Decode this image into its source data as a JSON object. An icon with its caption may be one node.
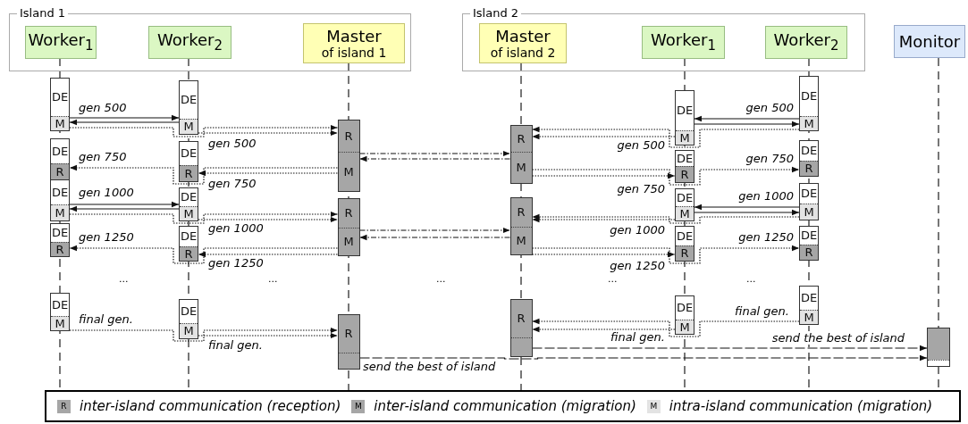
{
  "diagram": {
    "nodes": [
      {
        "text": [
          "Island 1"
        ]
      },
      {
        "text": [
          "Worker$_{1}$"
        ],
        "in": 0
      },
      {
        "text": [
          "Worker$_{2}$"
        ],
        "in": 0
      },
      {
        "text": [
          "Master",
          "of island 1"
        ],
        "in": 0
      },
      {
        "text": [
          "Island 2"
        ]
      },
      {
        "text": [
          "Master",
          "of island 2"
        ],
        "in": 4
      },
      {
        "text": [
          "Worker$_{1}$"
        ],
        "in": 4
      },
      {
        "text": [
          "Worker$_{2}$"
        ],
        "in": 4
      },
      {
        "text": [
          "Monitor"
        ]
      },
      {
        "text": [
          "DE",
          "M"
        ]
      },
      {
        "text": [
          "DE",
          "M"
        ]
      },
      {
        "text": [
          "DE",
          "M"
        ]
      },
      {
        "text": [
          "DE",
          "M"
        ]
      },
      {
        "text": [
          "R",
          "M"
        ]
      },
      {
        "text": [
          "R",
          "M"
        ]
      },
      {
        "text": [
          "DE",
          "R"
        ]
      },
      {
        "text": [
          "DE",
          "R"
        ]
      },
      {
        "text": [
          "DE",
          "R"
        ]
      },
      {
        "text": [
          "DE",
          "R"
        ]
      },
      {
        "text": [
          "DE",
          "M"
        ]
      },
      {
        "text": [
          "DE",
          "M"
        ]
      },
      {
        "text": [
          "DE",
          "M"
        ]
      },
      {
        "text": [
          "DE",
          "M"
        ]
      },
      {
        "text": [
          "R",
          "M"
        ]
      },
      {
        "text": [
          "R",
          "M"
        ]
      },
      {
        "text": [
          "DE",
          "R"
        ]
      },
      {
        "text": [
          "DE",
          "R"
        ]
      },
      {
        "text": [
          "DE",
          "R"
        ]
      },
      {
        "text": [
          "DE",
          "R"
        ]
      },
      {
        "text": [
          "DE",
          "M"
        ]
      },
      {
        "text": [
          "DE",
          "M"
        ]
      },
      {
        "text": [
          "DE",
          "M"
        ]
      },
      {
        "text": [
          "DE",
          "M"
        ]
      },
      {
        "text": [
          "R"
        ]
      },
      {
        "text": [
          "R"
        ]
      },
      {
        "text": [],
        "shape": "box"
      }
    ],
    "edges": [
      {
        "from": 9,
        "to": 10,
        "arrow": "to",
        "label": "gen 500"
      },
      {
        "from": 10,
        "to": 9,
        "arrow": "to"
      },
      {
        "from": 9,
        "to": 13,
        "arrow": "to",
        "style": "dashed"
      },
      {
        "from": 10,
        "to": 13,
        "arrow": "to",
        "style": "dashed",
        "label": "gen 500"
      },
      {
        "from": 11,
        "to": 12,
        "arrow": "to",
        "label": "gen 500"
      },
      {
        "from": 12,
        "to": 11,
        "arrow": "to"
      },
      {
        "from": 11,
        "to": 14,
        "arrow": "to",
        "style": "dashed"
      },
      {
        "from": 12,
        "to": 14,
        "arrow": "to",
        "style": "dashed",
        "label": "gen 500"
      },
      {
        "from": 13,
        "to": 14,
        "arrow": "to",
        "style": "dashed"
      },
      {
        "from": 14,
        "to": 13,
        "arrow": "to",
        "style": "dashed"
      },
      {
        "from": 13,
        "to": 15,
        "arrow": "to",
        "style": "dashed",
        "label": "gen 750"
      },
      {
        "from": 13,
        "to": 16,
        "arrow": "to",
        "style": "dashed",
        "label": "gen 750"
      },
      {
        "from": 14,
        "to": 18,
        "arrow": "to",
        "style": "dashed",
        "label": "gen 750"
      },
      {
        "from": 14,
        "to": 17,
        "arrow": "to",
        "style": "dashed",
        "label": "gen 750"
      },
      {
        "from": 19,
        "to": 20,
        "arrow": "to",
        "label": "gen 1000"
      },
      {
        "from": 20,
        "to": 19,
        "arrow": "to"
      },
      {
        "from": 19,
        "to": 23,
        "arrow": "to",
        "style": "dashed"
      },
      {
        "from": 20,
        "to": 23,
        "arrow": "to",
        "style": "dashed",
        "label": "gen 1000"
      },
      {
        "from": 22,
        "to": 21,
        "arrow": "to",
        "label": "gen 1000"
      },
      {
        "from": 21,
        "to": 22,
        "arrow": "to"
      },
      {
        "from": 22,
        "to": 24,
        "arrow": "to",
        "style": "dashed"
      },
      {
        "from": 21,
        "to": 24,
        "arrow": "to",
        "style": "dashed",
        "label": "gen 1000"
      },
      {
        "from": 23,
        "to": 24,
        "arrow": "to",
        "style": "dashed"
      },
      {
        "from": 24,
        "to": 23,
        "arrow": "to",
        "style": "dashed"
      },
      {
        "from": 23,
        "to": 25,
        "arrow": "to",
        "style": "dashed",
        "label": "gen 1250"
      },
      {
        "from": 23,
        "to": 26,
        "arrow": "to",
        "style": "dashed",
        "label": "gen 1250"
      },
      {
        "from": 24,
        "to": 28,
        "arrow": "to",
        "style": "dashed",
        "label": "gen 1250"
      },
      {
        "from": 24,
        "to": 27,
        "arrow": "to",
        "style": "dashed",
        "label": "gen 1250"
      },
      {
        "from": 29,
        "to": 34,
        "arrow": "to",
        "style": "dashed",
        "label": "final gen."
      },
      {
        "from": 30,
        "to": 34,
        "arrow": "to",
        "style": "dashed",
        "label": "final gen."
      },
      {
        "from": 31,
        "to": 33,
        "arrow": "to",
        "style": "dashed",
        "label": "final gen."
      },
      {
        "from": 32,
        "to": 33,
        "arrow": "to",
        "style": "dashed",
        "label": "final gen."
      },
      {
        "from": 33,
        "to": 35,
        "arrow": "to",
        "style": "dashed",
        "label": "send the best of island"
      },
      {
        "from": 34,
        "to": 35,
        "arrow": "to",
        "style": "dashed",
        "label": "send the best of island"
      }
    ],
    "labels": [
      "...",
      "...",
      "...",
      "...",
      "...",
      "R",
      "M",
      "M"
    ],
    "legend": [
      {
        "text": "inter-island communication (reception)",
        "color": "#a6a6a6"
      },
      {
        "text": "inter-island communication (migration)",
        "color": "#a6a6a6"
      },
      {
        "text": "intra-island communication (migration)",
        "color": "#e3e3e3"
      }
    ]
  }
}
